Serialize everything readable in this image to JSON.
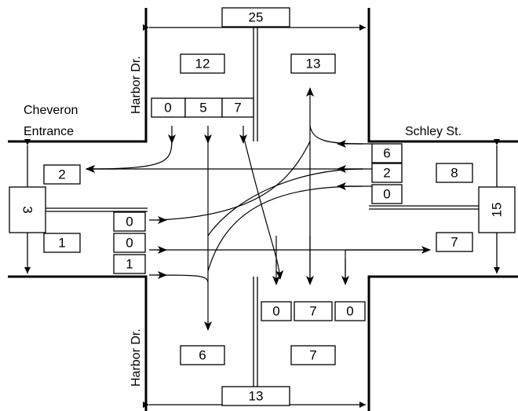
{
  "streets": {
    "north": "Harbor Dr.",
    "south": "Harbor Dr.",
    "east": "Schley St.",
    "west_line1": "Cheveron",
    "west_line2": "Entrance"
  },
  "north": {
    "total": "25",
    "inbound_total": "12",
    "outbound_total": "13",
    "lane_counts": [
      "0",
      "5",
      "7"
    ]
  },
  "south": {
    "total": "13",
    "outbound_total": "6",
    "inbound_total": "7",
    "lane_counts": [
      "0",
      "7",
      "0"
    ]
  },
  "east": {
    "total": "15",
    "inbound_total": "8",
    "outbound_total": "7",
    "lane_counts": [
      "6",
      "2",
      "0"
    ]
  },
  "west": {
    "total": "3",
    "outbound_total": "2",
    "inbound_total": "1",
    "lane_counts": [
      "0",
      "0",
      "1"
    ]
  }
}
